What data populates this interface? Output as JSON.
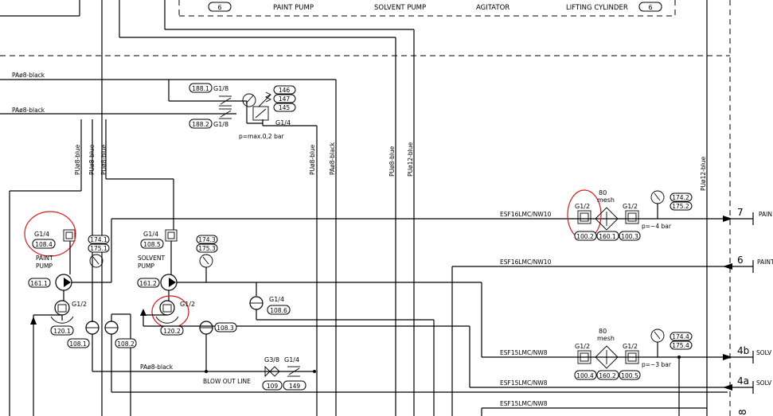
{
  "legend": {
    "items": [
      "6",
      "PAINT PUMP",
      "SOLVENT PUMP",
      "AGITATOR",
      "LIFTING CYLINDER",
      "6"
    ]
  },
  "lines": {
    "air_black_1": "PAø8-black",
    "air_black_2": "PAø8-black",
    "air_black_3": "PAø8-black",
    "blue_1": "PUø8-blue",
    "blue_2": "PUø8-blue",
    "blue_3": "PUø8-blue",
    "blue_4": "PUø8-blue",
    "black_v": "PAø8-black",
    "blue_5": "PUø8-blue",
    "blue12_1": "PUø12-blue",
    "blue12_2": "PUø12-blue",
    "esf16_1": "ESF16LMC/NW10",
    "esf16_2": "ESF16LMC/NW10",
    "esf15_1": "ESF15LMC/NW8",
    "esf15_2": "ESF15LMC/NW8",
    "esf15_3": "ESF15LMC/NW8"
  },
  "regulator": {
    "tag_a": "188.1",
    "port_a": "G1/8",
    "tag_b": "188.2",
    "port_b": "G1/8",
    "gauge_tags": [
      "146",
      "147",
      "145"
    ],
    "port_c": "G1/4",
    "pressure": "p=max.0,2  bar"
  },
  "paint_pump": {
    "port": "G1/4",
    "port_tag": "108.4",
    "label1": "PAINT",
    "label2": "PUMP",
    "gauge_tags": [
      "174.1",
      "175.1"
    ],
    "pump_tag": "161.1",
    "valve_port": "G1/2",
    "valve_tag": "120.1",
    "tag_a": "108.1",
    "tag_b": "108.2"
  },
  "solvent_pump": {
    "port": "G1/4",
    "port_tag": "108.5",
    "label1": "SOLVENT",
    "label2": "PUMP",
    "gauge_tags": [
      "174.3",
      "175.3"
    ],
    "pump_tag": "161.2",
    "valve_port": "G1/2",
    "valve_tag": "120.2",
    "tag_a": "108.3",
    "port2": "G1/4",
    "port2_tag": "108.6"
  },
  "blow_out": {
    "port_a": "G3/8",
    "port_b": "G1/4",
    "label": "BLOW OUT LINE",
    "tags": [
      "109",
      "149"
    ]
  },
  "paint_filter": {
    "mesh1": "80",
    "mesh2": "mesh",
    "port_left": "G1/2",
    "port_right": "G1/2",
    "tags": [
      "100.2",
      "160.1",
      "100.3"
    ],
    "gauge_tags": [
      "174.2",
      "175.2"
    ],
    "pressure": "p=~4  bar"
  },
  "solvent_filter": {
    "mesh1": "80",
    "mesh2": "mesh",
    "port_left": "G1/2",
    "port_right": "G1/2",
    "tags": [
      "100.4",
      "160.2",
      "100.5"
    ],
    "gauge_tags": [
      "174.4",
      "175.4"
    ],
    "pressure": "p=~3  bar"
  },
  "outputs": {
    "n7": "7",
    "l7": "PAIN",
    "n6": "6",
    "l6": "PAINT",
    "n4b": "4b",
    "l4b": "SOLV",
    "n4a": "4a",
    "l4a": "SOLV",
    "n8": "8"
  }
}
